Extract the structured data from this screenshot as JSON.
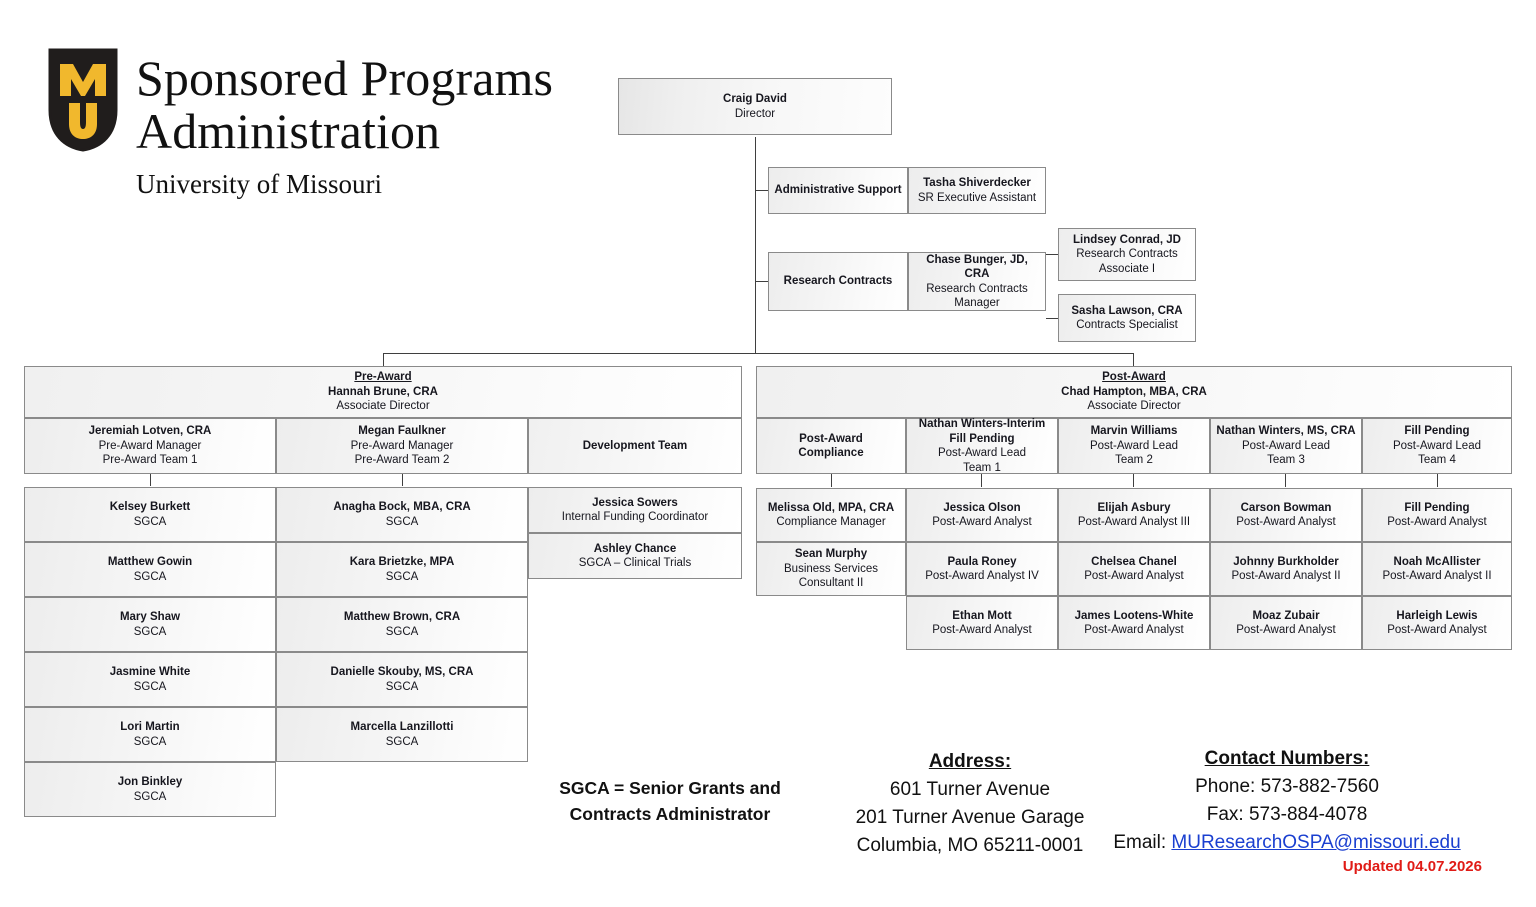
{
  "brand": {
    "logo_icon": "mu-shield-logo",
    "line1": "Sponsored Programs",
    "line2": "Administration",
    "subtitle": "University of Missouri"
  },
  "org": {
    "director": {
      "name": "Craig David",
      "title": "Director"
    },
    "admin_support": {
      "label": "Administrative Support",
      "person": {
        "name": "Tasha Shiverdecker",
        "title": "SR Executive Assistant"
      }
    },
    "research_contracts": {
      "label": "Research Contracts",
      "manager": {
        "name": "Chase Bunger, JD, CRA",
        "title": "Research Contracts",
        "title2": "Manager"
      },
      "reports": [
        {
          "name": "Lindsey Conrad, JD",
          "title": "Research Contracts",
          "title2": "Associate I"
        },
        {
          "name": "Sasha Lawson, CRA",
          "title": "Contracts Specialist"
        }
      ]
    },
    "pre_award": {
      "header": {
        "title": "Pre-Award",
        "name": "Hannah Brune, CRA",
        "role": "Associate Director"
      },
      "managers": [
        {
          "name": "Jeremiah Lotven, CRA",
          "title": "Pre-Award Manager",
          "team": "Pre-Award Team 1"
        },
        {
          "name": "Megan Faulkner",
          "title": "Pre-Award Manager",
          "team": "Pre-Award Team 2"
        }
      ],
      "team1": [
        {
          "name": "Kelsey Burkett",
          "title": "SGCA"
        },
        {
          "name": "Matthew Gowin",
          "title": "SGCA"
        },
        {
          "name": "Mary Shaw",
          "title": "SGCA"
        },
        {
          "name": "Jasmine White",
          "title": "SGCA"
        },
        {
          "name": "Lori Martin",
          "title": "SGCA"
        },
        {
          "name": "Jon Binkley",
          "title": "SGCA"
        }
      ],
      "team2": [
        {
          "name": "Anagha Bock, MBA, CRA",
          "title": "SGCA"
        },
        {
          "name": "Kara Brietzke, MPA",
          "title": "SGCA"
        },
        {
          "name": "Matthew Brown, CRA",
          "title": "SGCA"
        },
        {
          "name": "Danielle Skouby, MS, CRA",
          "title": "SGCA"
        },
        {
          "name": "Marcella Lanzillotti",
          "title": "SGCA"
        }
      ]
    },
    "development_team": {
      "label": "Development Team",
      "members": [
        {
          "name": "Jessica Sowers",
          "title": "Internal Funding Coordinator"
        },
        {
          "name": "Ashley Chance",
          "title": "SGCA – Clinical Trials"
        }
      ]
    },
    "post_award": {
      "header": {
        "title": "Post-Award",
        "name": "Chad Hampton, MBA, CRA",
        "role": "Associate Director"
      },
      "columns": [
        {
          "head": {
            "line1": "Post-Award",
            "line2": "Compliance",
            "line3": ""
          },
          "members": [
            {
              "name": "Melissa Old, MPA, CRA",
              "title": "Compliance Manager"
            },
            {
              "name": "Sean Murphy",
              "title": "Business Services Consultant II"
            }
          ]
        },
        {
          "head": {
            "line1": "Nathan Winters-Interim",
            "line2": "Fill Pending",
            "line3": "Post-Award Lead",
            "line4": "Team 1"
          },
          "members": [
            {
              "name": "Jessica Olson",
              "title": "Post-Award Analyst"
            },
            {
              "name": "Paula Roney",
              "title": "Post-Award Analyst IV"
            },
            {
              "name": "Ethan Mott",
              "title": "Post-Award Analyst"
            }
          ]
        },
        {
          "head": {
            "line1": "Marvin Williams",
            "line2": "Post-Award Lead",
            "line3": "Team 2"
          },
          "members": [
            {
              "name": "Elijah Asbury",
              "title": "Post-Award Analyst III"
            },
            {
              "name": "Chelsea Chanel",
              "title": "Post-Award Analyst"
            },
            {
              "name": "James Lootens-White",
              "title": "Post-Award Analyst"
            }
          ]
        },
        {
          "head": {
            "line1": "Nathan Winters, MS, CRA",
            "line2": "Post-Award Lead",
            "line3": "Team 3"
          },
          "members": [
            {
              "name": "Carson Bowman",
              "title": "Post-Award Analyst"
            },
            {
              "name": "Johnny Burkholder",
              "title": "Post-Award Analyst II"
            },
            {
              "name": "Moaz Zubair",
              "title": "Post-Award Analyst"
            }
          ]
        },
        {
          "head": {
            "line1": "Fill Pending",
            "line2": "Post-Award Lead",
            "line3": "Team 4"
          },
          "members": [
            {
              "name": "Fill Pending",
              "title": "Post-Award Analyst"
            },
            {
              "name": "Noah McAllister",
              "title": "Post-Award Analyst II"
            },
            {
              "name": "Harleigh Lewis",
              "title": "Post-Award Analyst"
            }
          ]
        }
      ]
    }
  },
  "footer": {
    "legend_line1": "SGCA = Senior Grants and",
    "legend_line2": "Contracts Administrator",
    "address": {
      "heading": "Address:",
      "line1": "601 Turner Avenue",
      "line2": "201 Turner Avenue Garage",
      "line3": "Columbia, MO 65211-0001"
    },
    "contact": {
      "heading": "Contact Numbers:",
      "phone": "Phone:  573-882-7560",
      "fax": "Fax:  573-884-4078",
      "email_label": "Email:",
      "email": "MUResearchOSPA@missouri.edu"
    },
    "updated": "Updated 04.07.2026"
  },
  "colors": {
    "mu_gold": "#F1B82D",
    "mu_black": "#201D1C",
    "link_blue": "#1a3fd0",
    "updated_red": "#e01b16",
    "box_border": "#8a8a8a"
  }
}
